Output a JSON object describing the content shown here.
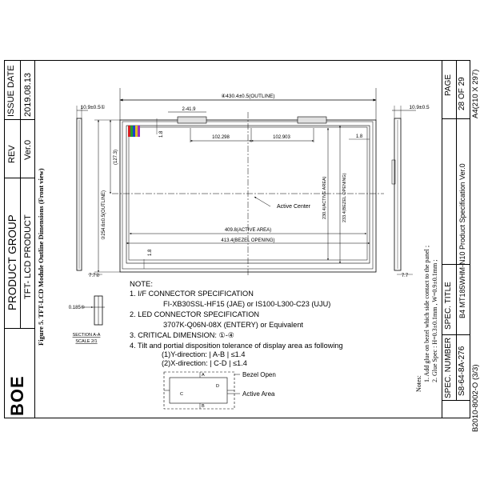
{
  "title_block": {
    "logo": "BOE",
    "product_group_label": "PRODUCT GROUP",
    "product_group_value": "TFT- LCD PRODUCT",
    "rev_label": "REV",
    "rev_value": "Ver.0",
    "issue_date_label": "ISSUE DATE",
    "issue_date_value": "2019.08.13",
    "spec_number_label": "SPEC. NUMBER",
    "spec_number_value": "S8-64-8A-276",
    "spec_title_label": "SPEC. TITLE",
    "spec_title_value": "B4 MT185WHM-N10 Product Specification Ver.0",
    "page_label": "PAGE",
    "page_value": "28  OF 29",
    "paper_size": "A4(210 X 297)",
    "form_number": "B2010-8002-O (3/3)"
  },
  "figure_caption": "Figure 5. TFT-LCD Module Outline Dimensions (Front view)",
  "dimensions": {
    "outline_width": "④430.4±0.5(OUTLINE)",
    "left_thickness": "10.9±0.5①",
    "right_thickness": "10.9±0.5",
    "offset_2_41_9": "2-41.9",
    "dim_1_8_top": "1.8",
    "dim_102_298": "102.298",
    "dim_102_903": "102.903",
    "dim_1_8_right": "1.8",
    "dim_127_3": "(127.3)",
    "outline_height": "②254.6±0.5(OUTLINE)",
    "active_area_height": "230.4(ACTIVE AREA)",
    "bezel_opening_height": "233.4(BEZEL OPENING)",
    "active_center": "Active Center",
    "active_area_width": "409.8(ACTIVE AREA)",
    "bezel_opening_width": "413.4(BEZEL OPENING)",
    "dim_1_8_bottom": "1.8",
    "dim_7_7_left": "7.7②",
    "dim_7_7_right": "7.7",
    "section_thickness": "0.185⑤",
    "section_label": "SECTION A-A",
    "section_scale": "SCALE 2/1"
  },
  "notes": {
    "heading": "NOTE:",
    "items": [
      "1. I/F CONNECTOR SPECIFICATION",
      "FI-XB30SSL-HF15 (JAE) or IS100-L300-C23 (UJU)",
      "2. LED CONNECTOR SPECIFICATION",
      "3707K-Q06N-08X (ENTERY) or Equivalent",
      "3. CRITICAL DIMENSION: ①-④",
      "4. Tilt and portial disposition tolerance of display area as following",
      "(1)Y-direction: | A-B | ≤1.4",
      "(2)X-direction: | C-D | ≤1.4"
    ],
    "bezel_open": "Bezel Open",
    "active_area": "Active Area",
    "letter_a": "A",
    "letter_b": "B",
    "letter_c": "C",
    "letter_d": "D"
  },
  "side_notes": {
    "heading": "Notes:",
    "line1": "1.   Add glue on bezel which side contact to the panel ;",
    "line2": "2.   Glue Spec : H=0.3±0.1mm ,  W=0.9±0.1mm ;"
  }
}
